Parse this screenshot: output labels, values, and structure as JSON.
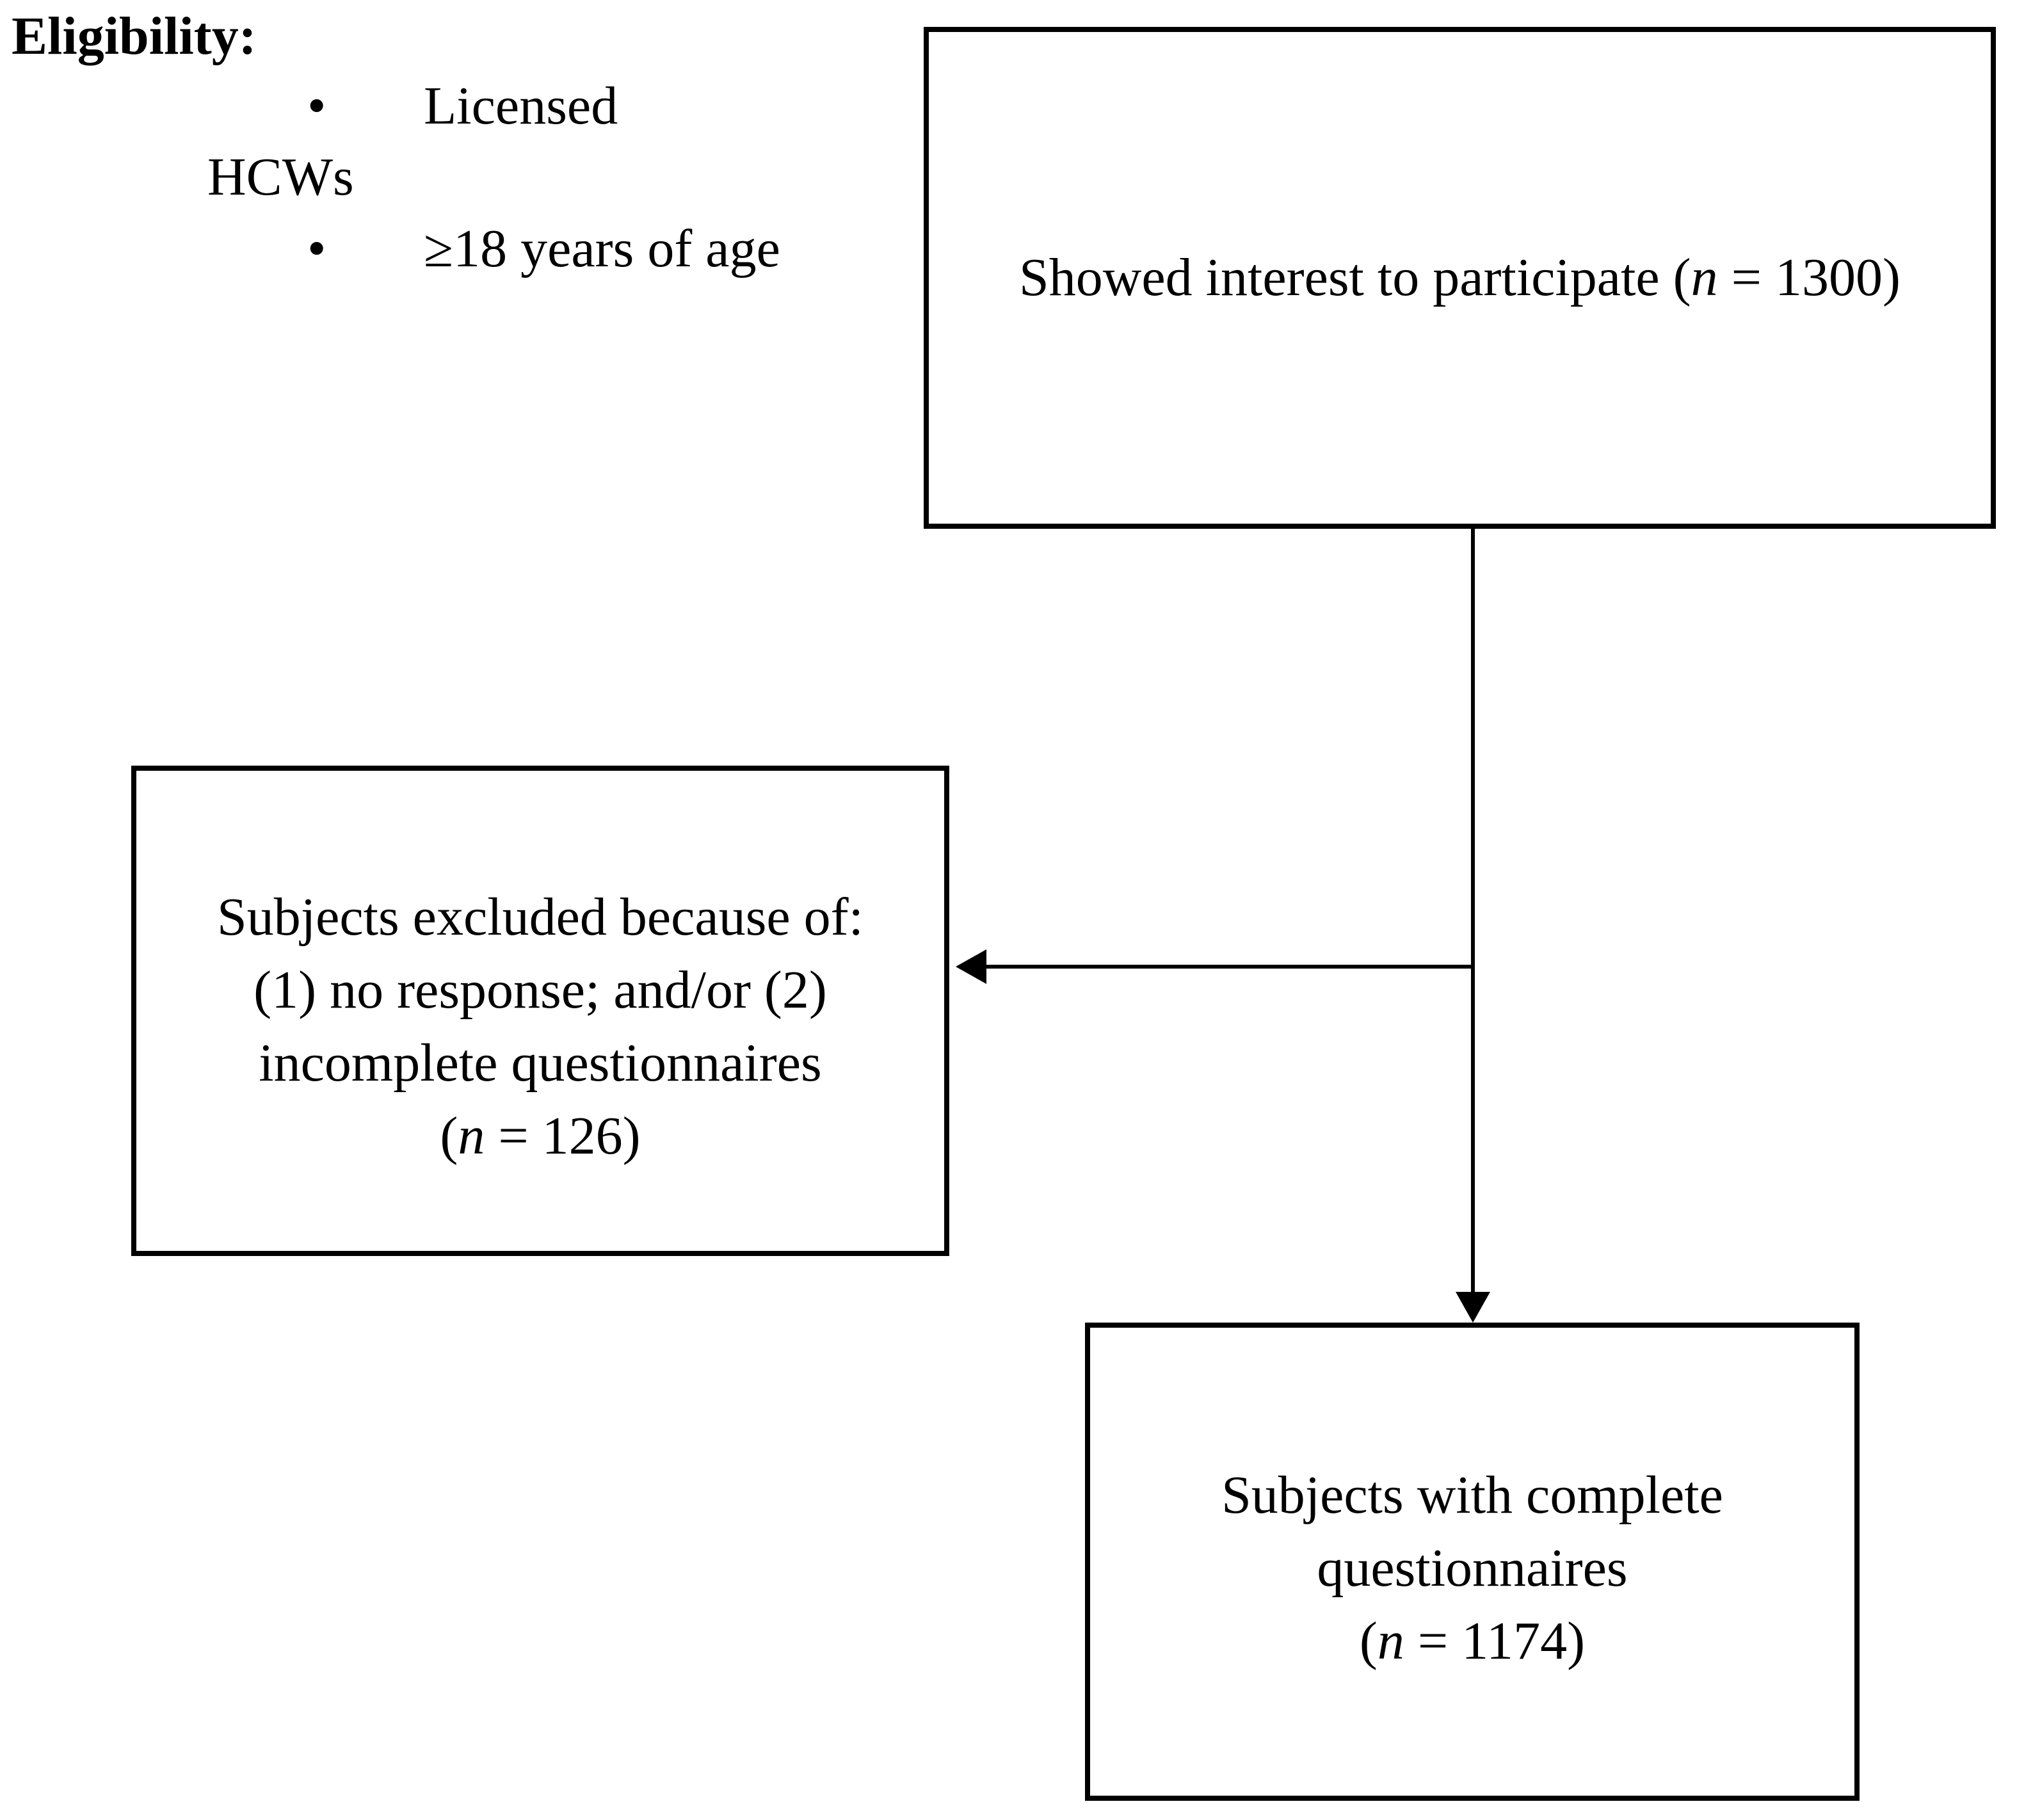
{
  "colors": {
    "ink": "#000000",
    "background": "#ffffff"
  },
  "eligibility": {
    "heading": "Eligibility:",
    "bullet": "•",
    "item1_text": "Licensed",
    "item1_wrap": "HCWs",
    "item2_text": "≥18 years of age"
  },
  "boxes": {
    "interest": {
      "pre": "Showed interest to participate (",
      "n": "n",
      "post": " = 1300)"
    },
    "excluded": {
      "line1": "Subjects excluded because of:",
      "line2": "(1) no response; and/or (2)",
      "line3": "incomplete questionnaires",
      "pre": "(",
      "n": "n",
      "post": " = 126)"
    },
    "complete": {
      "line1": "Subjects with complete",
      "line2": "questionnaires",
      "pre": "(",
      "n": "n",
      "post": " = 1174)"
    }
  }
}
